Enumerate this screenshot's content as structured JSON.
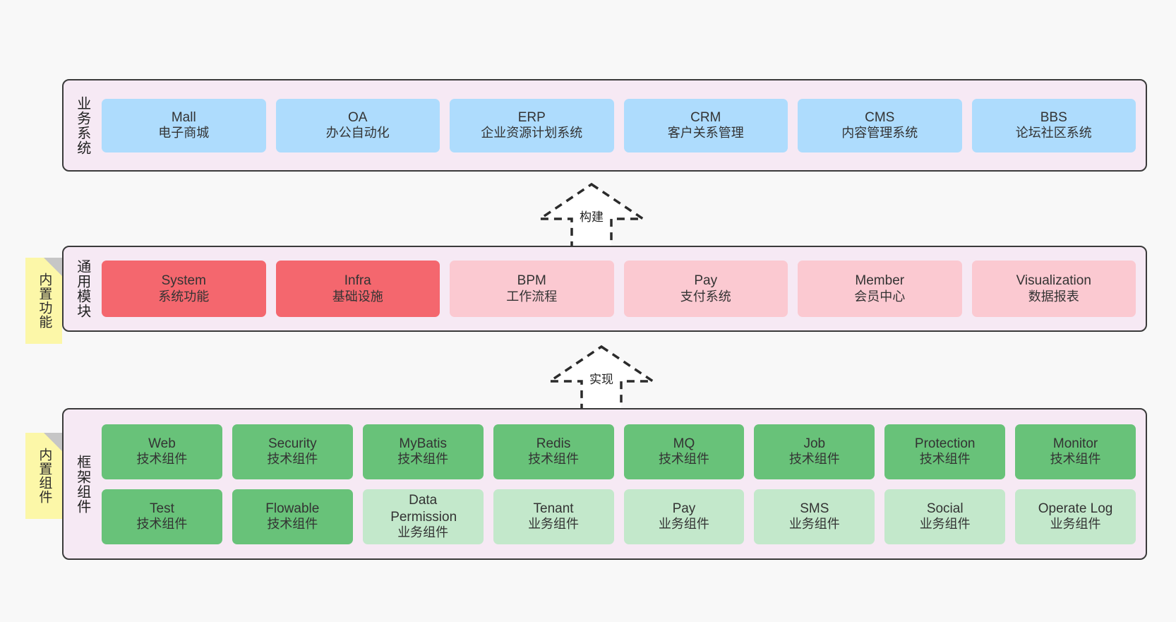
{
  "diagram": {
    "background_color": "#f8f8f8",
    "panel_color": "#f6e9f4",
    "note_color": "#fcf7a8",
    "colors": {
      "business": "#aedcfd",
      "module_active": "#f4676e",
      "module_plain": "#fbc9d1",
      "tech_component": "#68c279",
      "biz_component": "#c3e8cb",
      "border": "#3a3a3a"
    }
  },
  "layers": {
    "business": {
      "title": "业务系统",
      "tiles": [
        {
          "en": "Mall",
          "cn": "电子商城"
        },
        {
          "en": "OA",
          "cn": "办公自动化"
        },
        {
          "en": "ERP",
          "cn": "企业资源计划系统"
        },
        {
          "en": "CRM",
          "cn": "客户关系管理"
        },
        {
          "en": "CMS",
          "cn": "内容管理系统"
        },
        {
          "en": "BBS",
          "cn": "论坛社区系统"
        }
      ]
    },
    "modules": {
      "title": "通用模块",
      "note": "内置功能",
      "tiles": [
        {
          "en": "System",
          "cn": "系统功能",
          "style": "active"
        },
        {
          "en": "Infra",
          "cn": "基础设施",
          "style": "active"
        },
        {
          "en": "BPM",
          "cn": "工作流程",
          "style": "plain"
        },
        {
          "en": "Pay",
          "cn": "支付系统",
          "style": "plain"
        },
        {
          "en": "Member",
          "cn": "会员中心",
          "style": "plain"
        },
        {
          "en": "Visualization",
          "cn": "数据报表",
          "style": "plain"
        }
      ]
    },
    "framework": {
      "title": "框架组件",
      "note": "内置组件",
      "row1": [
        {
          "en": "Web",
          "cn": "技术组件"
        },
        {
          "en": "Security",
          "cn": "技术组件"
        },
        {
          "en": "MyBatis",
          "cn": "技术组件"
        },
        {
          "en": "Redis",
          "cn": "技术组件"
        },
        {
          "en": "MQ",
          "cn": "技术组件"
        },
        {
          "en": "Job",
          "cn": "技术组件"
        },
        {
          "en": "Protection",
          "cn": "技术组件"
        },
        {
          "en": "Monitor",
          "cn": "技术组件"
        }
      ],
      "row2": [
        {
          "en": "Test",
          "cn": "技术组件",
          "style": "tech"
        },
        {
          "en": "Flowable",
          "cn": "技术组件",
          "style": "tech"
        },
        {
          "en": "Data Permission",
          "cn": "业务组件",
          "style": "biz"
        },
        {
          "en": "Tenant",
          "cn": "业务组件",
          "style": "biz"
        },
        {
          "en": "Pay",
          "cn": "业务组件",
          "style": "biz"
        },
        {
          "en": "SMS",
          "cn": "业务组件",
          "style": "biz"
        },
        {
          "en": "Social",
          "cn": "业务组件",
          "style": "biz"
        },
        {
          "en": "Operate Log",
          "cn": "业务组件",
          "style": "biz"
        }
      ]
    }
  },
  "connectors": [
    {
      "label": "构建"
    },
    {
      "label": "实现"
    }
  ]
}
